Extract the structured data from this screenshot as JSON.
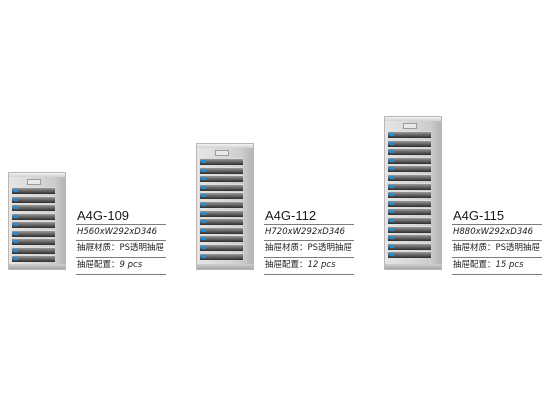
{
  "products": [
    {
      "model": "A4G-109",
      "dimensions": "H560xW292xD346",
      "material_label": "抽屜材质：",
      "material_value": "PS透明抽屉",
      "config_label": "抽屉配置：",
      "config_value": "9 pcs",
      "drawer_count": 9,
      "image_name": "cabinet-9-drawers"
    },
    {
      "model": "A4G-112",
      "dimensions": "H720xW292xD346",
      "material_label": "抽屉材质：",
      "material_value": "PS透明抽屉",
      "config_label": "抽屉配置：",
      "config_value": "12 pcs",
      "drawer_count": 12,
      "image_name": "cabinet-12-drawers"
    },
    {
      "model": "A4G-115",
      "dimensions": "H880xW292xD346",
      "material_label": "抽屉材质：",
      "material_value": "PS透明抽屉",
      "config_label": "抽屉配置：",
      "config_value": "15 pcs",
      "drawer_count": 15,
      "image_name": "cabinet-15-drawers"
    }
  ],
  "colors": {
    "drawer_tab": "#1c8fe0",
    "cabinet_body": "#d4d4d4",
    "divider_line": "#7d7d7d"
  }
}
